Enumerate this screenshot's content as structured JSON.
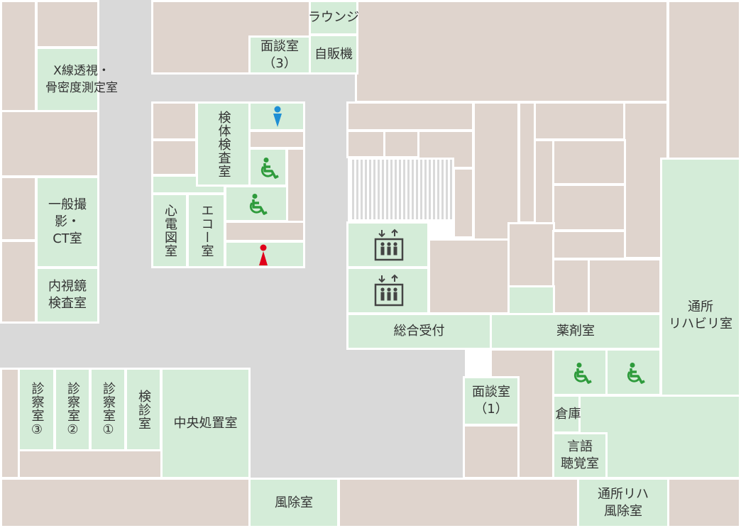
{
  "colors": {
    "corridor": "#d9d9d9",
    "other_room": "#dfd4cd",
    "public_area": "#d4ecd8",
    "accessible_icon": "#2e9b3c",
    "male_icon": "#1e8fd4",
    "female_icon": "#e0001a"
  },
  "rooms": {
    "lounge": "ラウンジ",
    "interview3": "面談室\n（3）",
    "vending": "自販機",
    "xray": "X線透視・\n骨密度測定室",
    "general_ct": "一般撮影・\nCT室",
    "endoscopy": "内視鏡\n検査室",
    "specimen": "検体検査室",
    "ecg": "心電図室",
    "echo": "エコー室",
    "reception": "総合受付",
    "pharmacy": "薬剤室",
    "rehab": "通所\nリハビリ室",
    "interview1": "面談室\n（1）",
    "storage": "倉庫",
    "speech": "言語\n聴覚室",
    "exam3": "診察室③",
    "exam2": "診察室②",
    "exam1": "診察室①",
    "exam_room": "検診室",
    "central": "中央処置室",
    "windbreak": "風除室",
    "rehab_windbreak": "通所リハ\n風除室"
  },
  "icons": {
    "male": "male-restroom-icon",
    "female": "female-restroom-icon",
    "accessible": "accessible-restroom-icon",
    "elevator": "elevator-icon",
    "stairs": "stairs"
  }
}
